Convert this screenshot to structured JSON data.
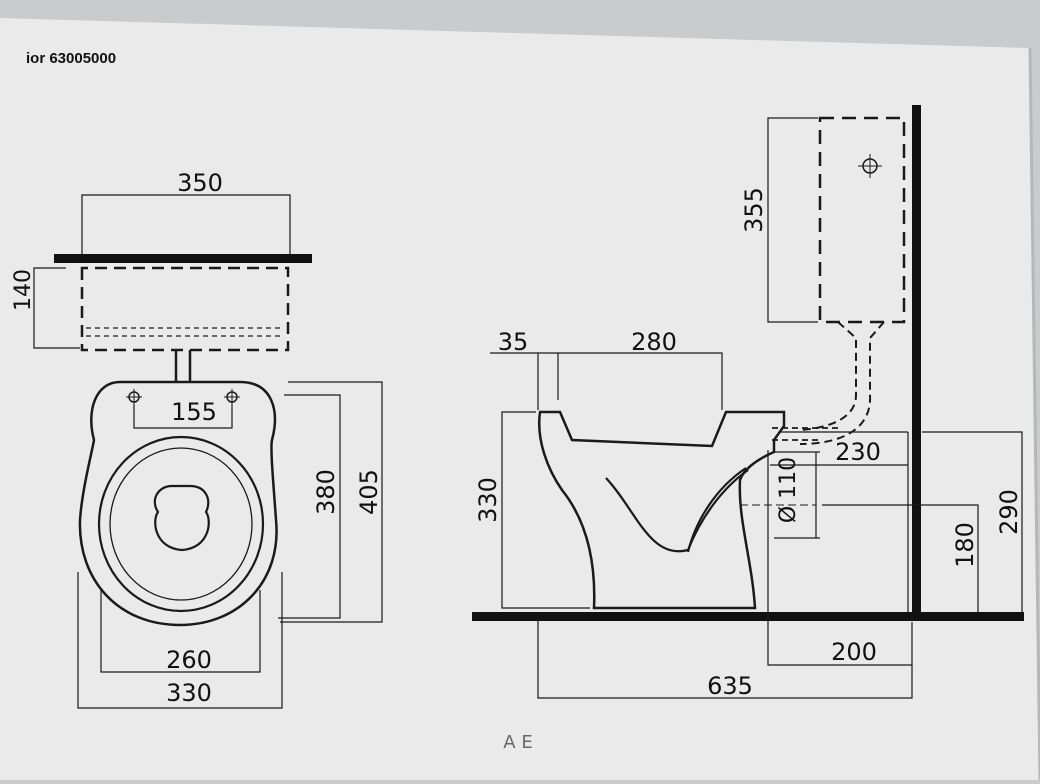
{
  "sheet": {
    "product_code": "ior 63005000",
    "footer_fragment": "A E"
  },
  "top_view": {
    "seat_width": "350",
    "cistern_depth": "140",
    "fixing_holes": "155",
    "inner_length": "380",
    "outer_length": "405",
    "inner_width": "260",
    "outer_width": "330"
  },
  "side_view": {
    "rim_edge": "35",
    "bowl_opening": "280",
    "bowl_height": "330",
    "outlet_diameter": "Ø 110",
    "pipe_height": "230",
    "outlet_height": "180",
    "inlet_height": "290",
    "cistern_height": "355",
    "wall_distance": "200",
    "overall_depth": "635"
  },
  "colors": {
    "paper": "#e9eae9",
    "ink": "#1a1a1a",
    "wall": "#111111"
  }
}
